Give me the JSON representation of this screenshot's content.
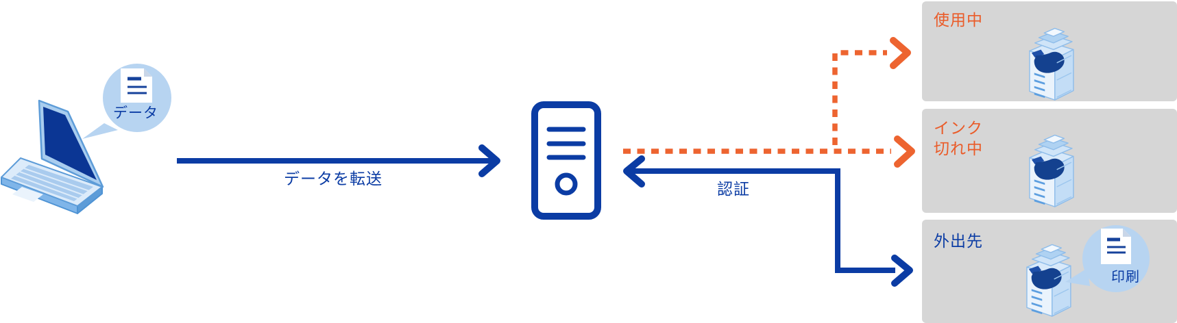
{
  "colors": {
    "primary_blue": "#0B3CA4",
    "accent_orange": "#ED6430",
    "label_orange": "#EA5B28",
    "panel_gray": "#D6D6D6",
    "bubble_blue": "#B7D4F1",
    "screen_navy": "#0B3694"
  },
  "laptop": {
    "icon": "laptop-icon",
    "bubble_label": "データ"
  },
  "arrows": {
    "transfer": {
      "label": "データを転送",
      "style": "solid",
      "color": "#0B3CA4",
      "direction": "laptop-to-server"
    },
    "auth": {
      "label": "認証",
      "style": "solid",
      "color": "#0B3CA4",
      "direction": "remote-printer-to-server"
    },
    "status_check": {
      "style": "dashed",
      "color": "#ED6430",
      "direction": "server-to-printers"
    }
  },
  "server": {
    "icon": "server-tower-icon"
  },
  "printers": [
    {
      "label": "使用中",
      "label_color": "#EA5B28",
      "connection": "dashed-orange"
    },
    {
      "label": "インク\n切れ中",
      "label_color": "#EA5B28",
      "connection": "dashed-orange"
    },
    {
      "label": "外出先",
      "label_color": "#0B3CA4",
      "connection": "solid-blue",
      "bubble_label": "印刷"
    }
  ]
}
